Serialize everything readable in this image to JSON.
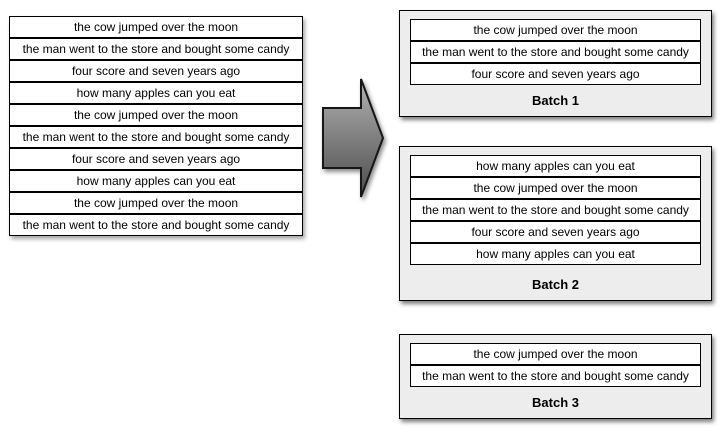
{
  "source_list": {
    "rows": [
      "the cow jumped over the moon",
      "the man went to the store and bought some candy",
      "four score and seven years ago",
      "how many apples can you eat",
      "the cow jumped over the moon",
      "the man went to the store and bought some candy",
      "four score and seven years ago",
      "how many apples can you eat",
      "the cow jumped over the moon",
      "the man went to the store and bought some candy"
    ]
  },
  "arrow": {
    "direction": "right",
    "gradient_top": "#b2b2b2",
    "gradient_bottom": "#4c4c4c",
    "stroke": "#161616"
  },
  "batches": [
    {
      "label": "Batch 1",
      "rows": [
        "the cow jumped over the moon",
        "the man went to the store and bought some candy",
        "four score and seven years ago"
      ]
    },
    {
      "label": "Batch 2",
      "rows": [
        "how many apples can you eat",
        "the cow jumped over the moon",
        "the man went to the store and bought some candy",
        "four score and seven years ago",
        "how many apples can you eat"
      ]
    },
    {
      "label": "Batch 3",
      "rows": [
        "the cow jumped over the moon",
        "the man went to the store and bought some candy"
      ]
    }
  ],
  "colors": {
    "panel_fill": "#ededed",
    "row_fill": "#ffffff",
    "border": "#000000",
    "text": "#000000",
    "background": "#ffffff"
  }
}
